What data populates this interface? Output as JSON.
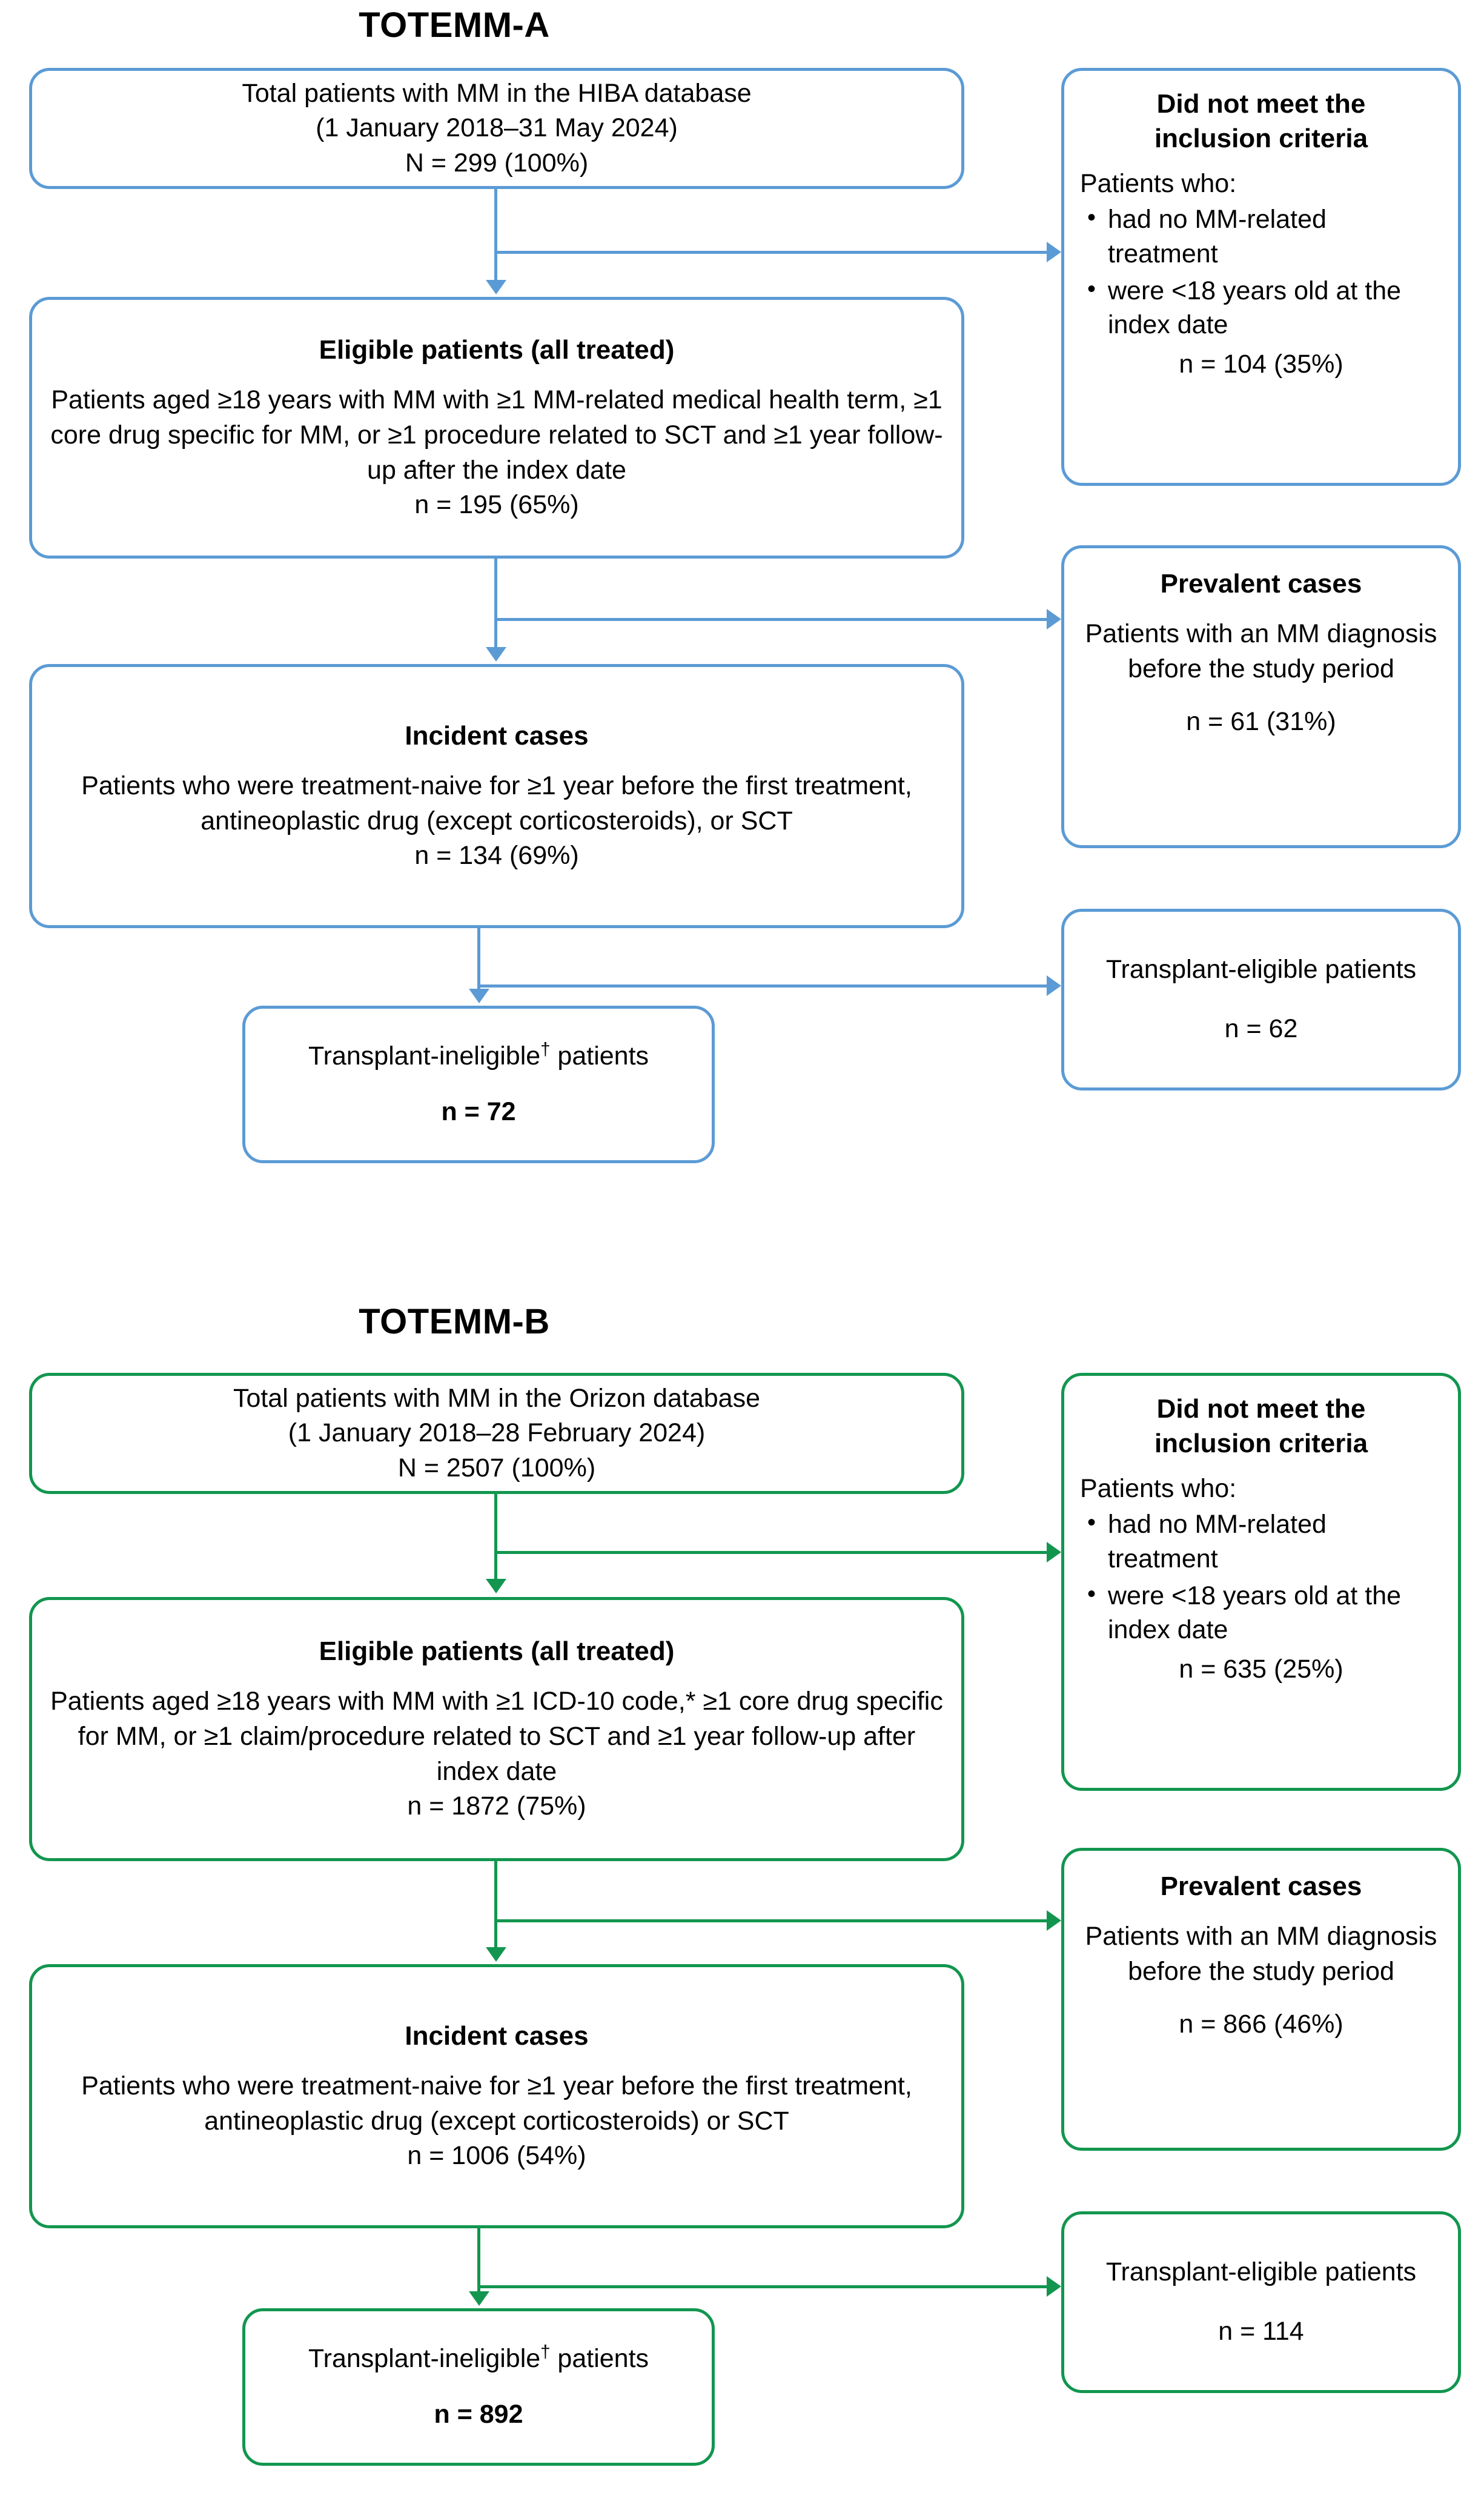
{
  "colors": {
    "blue": "#5B9BD5",
    "green": "#12964F",
    "text": "#000000",
    "background": "#FFFFFF"
  },
  "panels": [
    {
      "title": "TOTEMM-A",
      "accent": "#5B9BD5",
      "total": {
        "line1": "Total patients with MM in the HIBA database",
        "line2": "(1 January 2018–31 May 2024)",
        "count": "N = 299 (100%)"
      },
      "excluded": {
        "header_line1": "Did not meet the",
        "header_line2": "inclusion criteria",
        "lead": "Patients who:",
        "bullets": [
          "had no MM-related treatment",
          "were <18 years old at the index date"
        ],
        "count": "n = 104 (35%)"
      },
      "eligible": {
        "header": "Eligible patients (all treated)",
        "body": "Patients aged ≥18 years with MM with ≥1 MM-related medical health term, ≥1 core drug specific for MM, or ≥1 procedure related to SCT and ≥1 year follow-up after the index date",
        "count": "n = 195 (65%)"
      },
      "prevalent": {
        "header": "Prevalent cases",
        "body": "Patients with an MM diagnosis before the study period",
        "count": "n = 61  (31%)"
      },
      "incident": {
        "header": "Incident cases",
        "body": "Patients who were treatment-naive for ≥1 year before the first treatment, antineoplastic drug (except corticosteroids), or SCT",
        "count": "n = 134 (69%)"
      },
      "transplant_eligible": {
        "body": "Transplant-eligible patients",
        "count": "n = 62"
      },
      "transplant_ineligible": {
        "label_before": "Transplant-ineligible",
        "label_marker": "†",
        "label_after": " patients",
        "count": "n = 72"
      }
    },
    {
      "title": "TOTEMM-B",
      "accent": "#12964F",
      "total": {
        "line1": "Total patients with MM in the Orizon database",
        "line2": "(1 January 2018–28 February 2024)",
        "count": "N = 2507 (100%)"
      },
      "excluded": {
        "header_line1": "Did not meet the",
        "header_line2": "inclusion criteria",
        "lead": "Patients who:",
        "bullets": [
          "had no MM-related treatment",
          "were <18 years old at the index date"
        ],
        "count": "n = 635 (25%)"
      },
      "eligible": {
        "header": "Eligible patients (all treated)",
        "body": "Patients aged ≥18 years with MM with ≥1 ICD-10 code,* ≥1 core drug specific for MM, or ≥1 claim/procedure related to SCT and ≥1 year follow-up after index date",
        "count": "n = 1872 (75%)"
      },
      "prevalent": {
        "header": "Prevalent cases",
        "body": "Patients with an MM diagnosis before the study period",
        "count": "n = 866 (46%)"
      },
      "incident": {
        "header": "Incident cases",
        "body": "Patients who were treatment-naive for ≥1 year before the first treatment, antineoplastic drug (except corticosteroids) or SCT",
        "count": "n = 1006 (54%)"
      },
      "transplant_eligible": {
        "body": "Transplant-eligible patients",
        "count": "n = 114"
      },
      "transplant_ineligible": {
        "label_before": "Transplant-ineligible",
        "label_marker": "†",
        "label_after": " patients",
        "count": "n = 892"
      }
    }
  ]
}
